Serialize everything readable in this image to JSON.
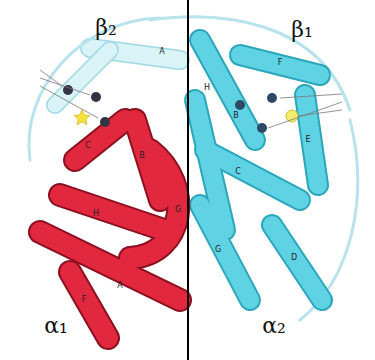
{
  "diagram": {
    "labels": [
      "β₂",
      "β₁",
      "α₁",
      "α₂",
      "A",
      "F",
      "H",
      "E",
      "B",
      "C",
      "D",
      "G",
      "B",
      "C",
      "G",
      "H",
      "A",
      "F"
    ]
  }
}
